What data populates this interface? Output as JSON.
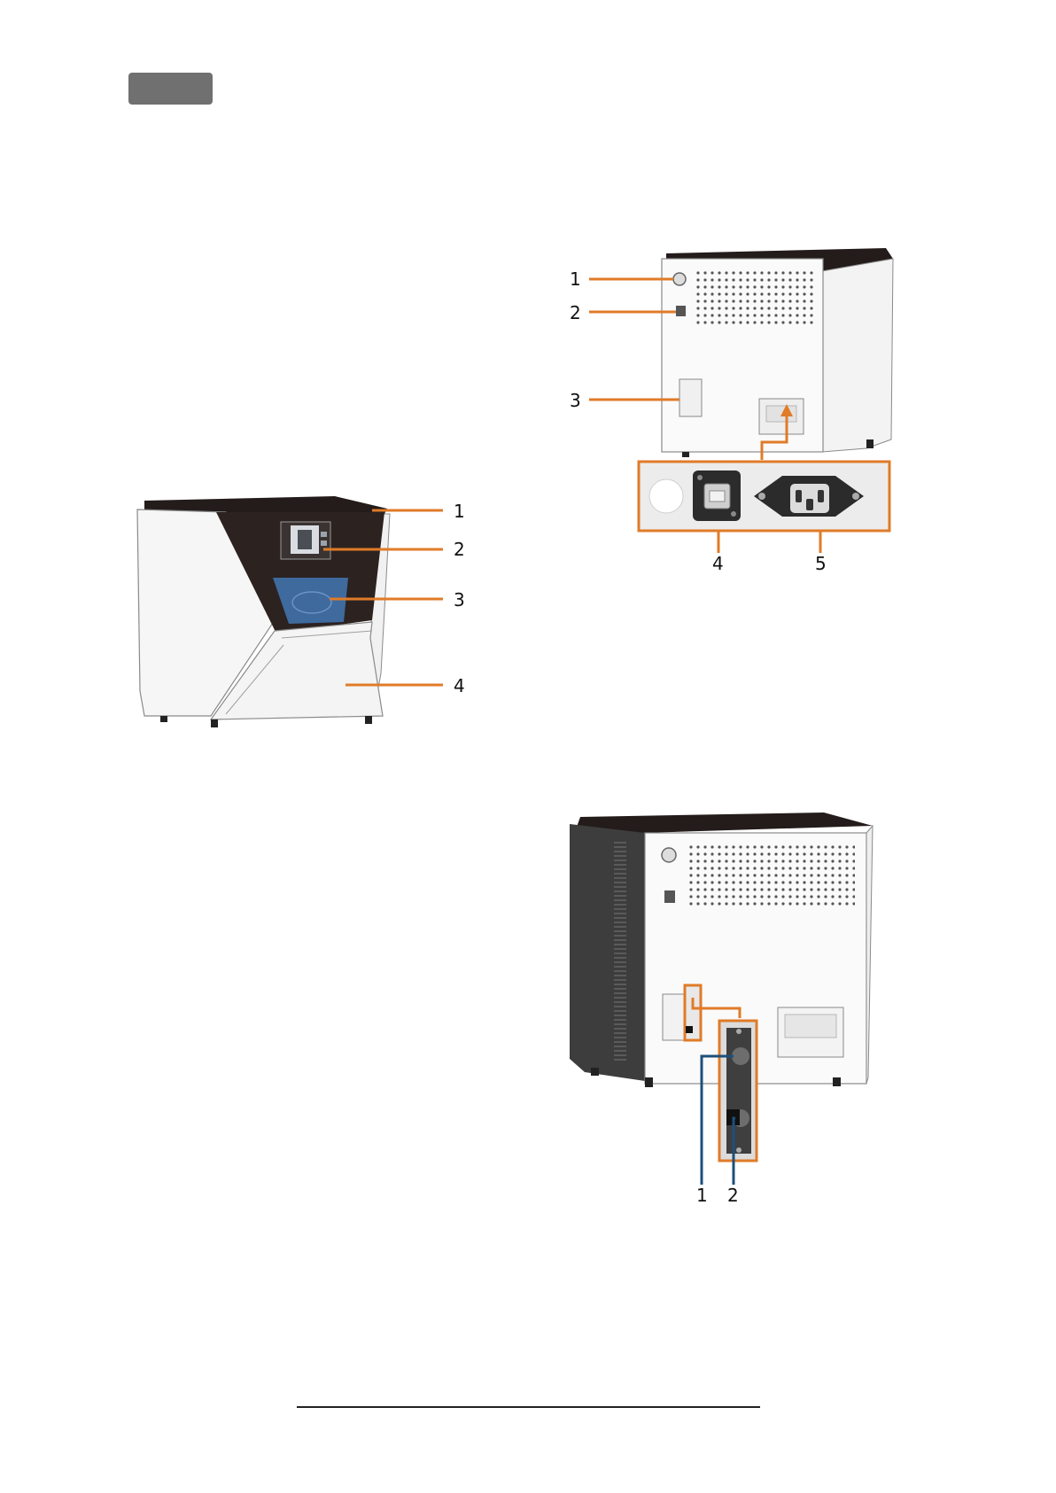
{
  "page": {
    "accent_color": "#e07b28",
    "cable_color": "#1e4f7a",
    "badge_color": "#707070"
  },
  "figures": {
    "front_view": {
      "callouts": [
        "1",
        "2",
        "3",
        "4"
      ]
    },
    "rear_view": {
      "callouts": [
        "1",
        "2",
        "3",
        "4",
        "5"
      ]
    },
    "side_rear_view": {
      "callouts": [
        "1",
        "2"
      ]
    }
  }
}
